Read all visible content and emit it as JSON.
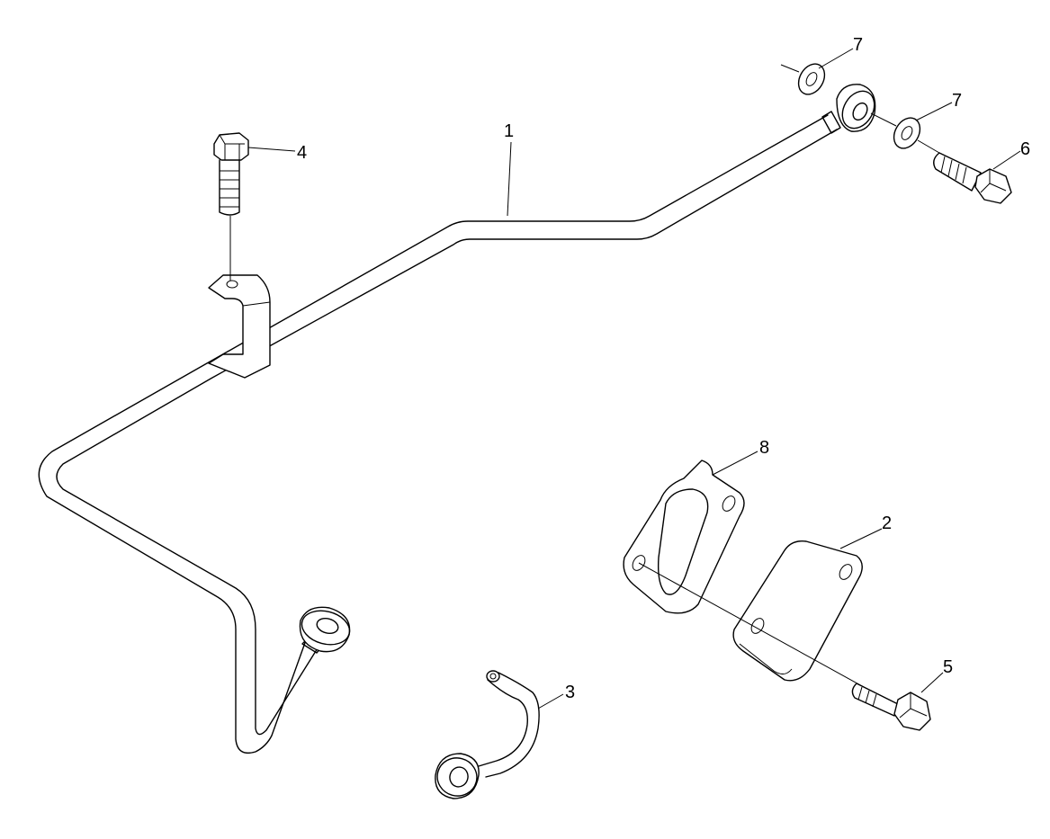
{
  "callouts": [
    {
      "id": "1",
      "label": "1"
    },
    {
      "id": "2",
      "label": "2"
    },
    {
      "id": "3",
      "label": "3"
    },
    {
      "id": "4",
      "label": "4"
    },
    {
      "id": "5",
      "label": "5"
    },
    {
      "id": "6",
      "label": "6"
    },
    {
      "id": "7a",
      "label": "7"
    },
    {
      "id": "7b",
      "label": "7"
    },
    {
      "id": "8",
      "label": "8"
    }
  ],
  "colors": {
    "line": "#000000",
    "background": "#ffffff"
  }
}
